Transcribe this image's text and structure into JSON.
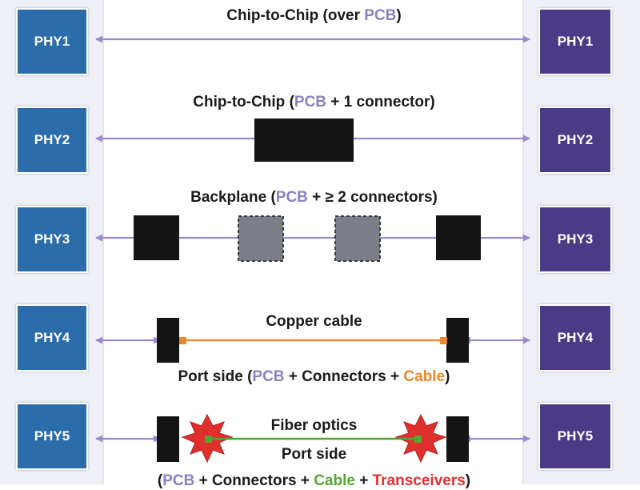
{
  "phy_left": [
    "PHY1",
    "PHY2",
    "PHY3",
    "PHY4",
    "PHY5"
  ],
  "phy_right": [
    "PHY1",
    "PHY2",
    "PHY3",
    "PHY4",
    "PHY5"
  ],
  "row1": {
    "prefix": "Chip-to-Chip (over ",
    "pcb": "PCB",
    "suffix": ")"
  },
  "row2": {
    "prefix": "Chip-to-Chip (",
    "pcb": "PCB",
    "suffix": " + 1 connector)"
  },
  "row3": {
    "prefix": "Backplane (",
    "pcb": "PCB",
    "suffix": " + ≥ 2 connectors)"
  },
  "row4": {
    "label": "Copper cable",
    "prefix": "Port side (",
    "pcb": "PCB",
    "mid": " + Connectors + ",
    "cable": "Cable",
    "suffix": ")"
  },
  "row5": {
    "label1": "Fiber optics",
    "label2": "Port side",
    "prefix": "(",
    "pcb": "PCB",
    "mid1": " + Connectors + ",
    "cable": "Cable",
    "mid2": " + ",
    "transceivers": "Transceivers",
    "suffix": ")"
  },
  "colors": {
    "left_phy": "#2b6dab",
    "right_phy": "#4b3a86",
    "arrow": "#9c88cc",
    "pcb_text": "#8e7fc2",
    "copper_cable": "#e8892f",
    "fiber_cable": "#55a532",
    "transceiver": "#e0302e",
    "connector": "#141414",
    "dashed_connector": "#7c7e87"
  }
}
